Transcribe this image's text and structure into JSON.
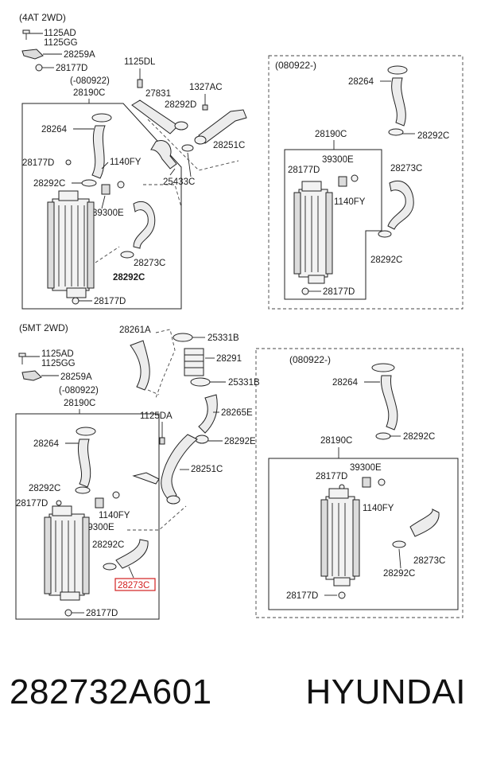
{
  "sections": {
    "top": {
      "title": "(4AT 2WD)",
      "labels": {
        "p1125ad": "1125AD",
        "p1125gg": "1125GG",
        "p28259a": "28259A",
        "p28177d_top": "28177D",
        "p080922": "(-080922)",
        "p28190c": "28190C",
        "p28264": "28264",
        "p28177d_l": "28177D",
        "p1140fy": "1140FY",
        "p28292c_l": "28292C",
        "p39300e": "39300E",
        "p28273c": "28273C",
        "p28292c_b": "28292C",
        "p28177d_bot": "28177D",
        "p1125dl": "1125DL",
        "p27831": "27831",
        "p28292d": "28292D",
        "p1327ac": "1327AC",
        "p28251c": "28251C",
        "p25433c": "25433C"
      },
      "inset": {
        "title": "(080922-)",
        "p28264": "28264",
        "p28292c_t": "28292C",
        "p28190c": "28190C",
        "p39300e": "39300E",
        "p28177d": "28177D",
        "p28273c": "28273C",
        "p1140fy": "1140FY",
        "p28292c_b": "28292C",
        "p28177d_bot": "28177D"
      }
    },
    "bottom": {
      "title": "(5MT 2WD)",
      "labels": {
        "p1125ad": "1125AD",
        "p1125gg": "1125GG",
        "p28259a": "28259A",
        "p080922": "(-080922)",
        "p28190c": "28190C",
        "p28264": "28264",
        "p28292c_l": "28292C",
        "p28177d_l": "28177D",
        "p1140fy": "1140FY",
        "p39300e": "39300E",
        "p28292c_m": "28292C",
        "p28273c_hl": "28273C",
        "p28177d_bot": "28177D",
        "p28261a": "28261A",
        "p25331b_t": "25331B",
        "p28291": "28291",
        "p25331b_b": "25331B",
        "p28265e": "28265E",
        "p1125da": "1125DA",
        "p28292e": "28292E",
        "p28251c": "28251C"
      },
      "inset": {
        "title": "(080922-)",
        "p28264": "28264",
        "p28190c": "28190C",
        "p28292c_t": "28292C",
        "p39300e": "39300E",
        "p28177d": "28177D",
        "p1140fy": "1140FY",
        "p28273c": "28273C",
        "p28292c_b": "28292C",
        "p28177d_bot": "28177D"
      }
    }
  },
  "footer": {
    "part_number": "282732A601",
    "brand": "HYUNDAI"
  },
  "colors": {
    "highlight": "#d32020",
    "line": "#222222"
  }
}
